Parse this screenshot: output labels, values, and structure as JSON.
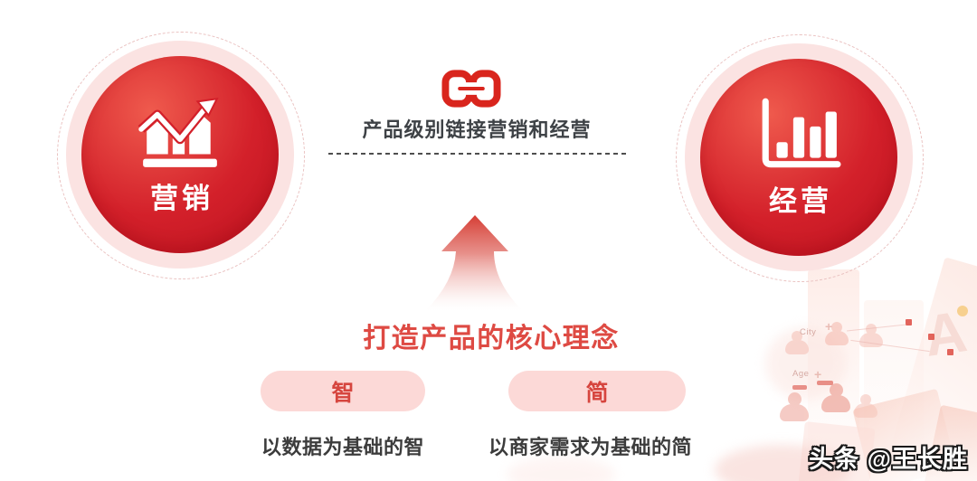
{
  "colors": {
    "primary_red": "#d6232b",
    "deep_red": "#bb1220",
    "accent_red": "#de4a43",
    "chain_red": "#d9251d",
    "pill_bg": "#fcd9d7",
    "pill_text": "#d6453e",
    "halo_pink": "#fbe3e2",
    "dashed_ring": "#eac2c1",
    "dark_text": "#3e4246",
    "caption_text": "#3c3c3c"
  },
  "nodes": {
    "marketing": {
      "label": "营销",
      "icon": "trend-chart-icon"
    },
    "operations": {
      "label": "经营",
      "icon": "bar-chart-icon"
    }
  },
  "link": {
    "icon": "chain-link-icon",
    "caption": "产品级别链接营销和经营"
  },
  "core": {
    "arrow_icon": "up-arrow-icon",
    "title": "打造产品的核心理念"
  },
  "pillars": [
    {
      "badge": "智",
      "caption": "以数据为基础的智"
    },
    {
      "badge": "简",
      "caption": "以商家需求为基础的简"
    }
  ],
  "watermark": {
    "text": "头条 @王长胜"
  },
  "background": {
    "label_city": "City",
    "label_age": "Age",
    "letter": "A",
    "plus": "+"
  }
}
